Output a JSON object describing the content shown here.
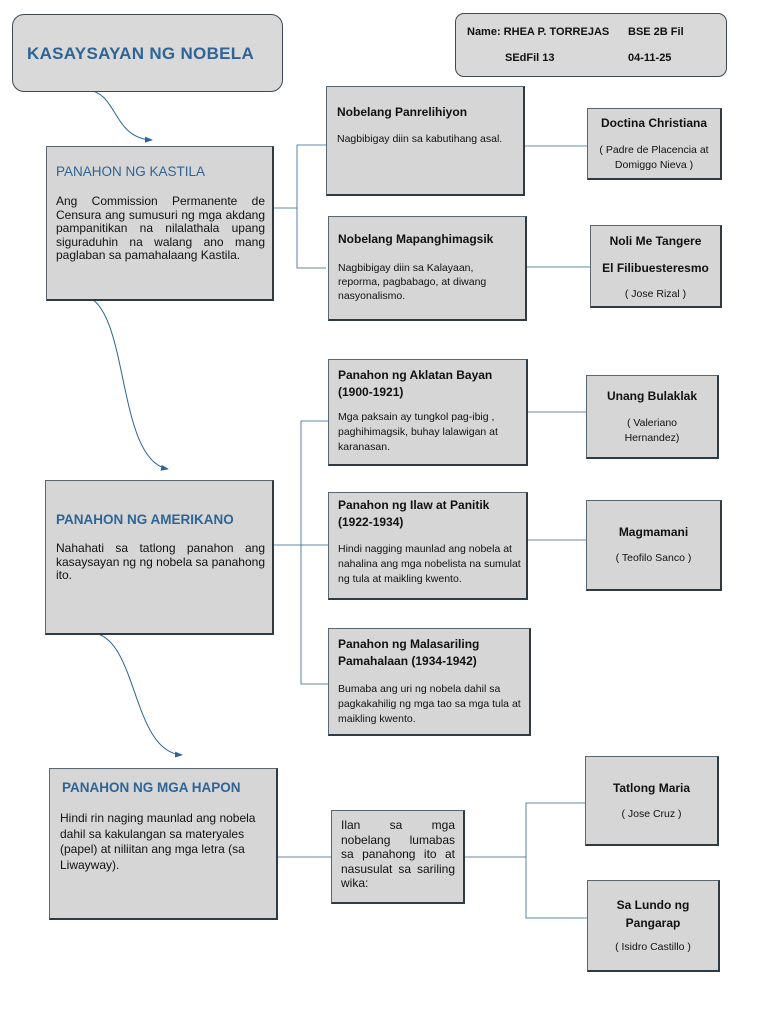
{
  "title": "KASAYSAYAN NG NOBELA",
  "student": {
    "name": "Name: RHEA P. TORREJAS",
    "section": "BSE 2B Fil",
    "course": "SEdFil 13",
    "date": "04-11-25"
  },
  "periods": {
    "kastila": {
      "heading": "PANAHON NG KASTILA",
      "text": "Ang Commission Permanente de Censura ang sumusuri ng mga akdang pampanitikan na nilalathala upang siguraduhin na walang ano mang paglaban sa pamahalaang Kastila."
    },
    "amerikano": {
      "heading": "PANAHON NG AMERIKANO",
      "text": "Nahahati sa tatlong panahon ang kasaysayan ng ng nobela sa panahong ito."
    },
    "hapon": {
      "heading": "PANAHON NG MGA HAPON",
      "text": "Hindi rin naging maunlad ang nobela dahil sa kakulangan sa materyales (papel) at niliitan ang mga letra (sa Liwayway)."
    }
  },
  "categories": {
    "panrelihiyon": {
      "title": "Nobelang Panrelihiyon",
      "desc": "Nagbibigay diin sa kabutihang asal."
    },
    "mapanghimagsik": {
      "title": "Nobelang Mapanghimagsik",
      "desc": "Nagbibigay diin sa Kalayaan, reporma, pagbabago, at diwang nasyonalismo."
    },
    "aklatan": {
      "title": "Panahon ng Aklatan Bayan (1900-1921)",
      "desc": "Mga paksain ay tungkol pag-ibig , paghihimagsik, buhay lalawigan at karanasan."
    },
    "ilaw": {
      "title": "Panahon ng Ilaw at Panitik (1922-1934)",
      "desc": "Hindi nagging maunlad ang nobela at nahalina ang mga nobelista na sumulat ng tula at maikling kwento."
    },
    "malasariling": {
      "title": "Panahon ng Malasariling Pamahalaan (1934-1942)",
      "desc": "Bumaba ang uri ng nobela dahil sa pagkakahilig ng mga tao sa mga tula at maikling kwento."
    },
    "hapon_note": {
      "desc": "Ilan sa mga nobelang lumabas sa panahong ito at nasusulat sa sariling wika:"
    }
  },
  "works": {
    "doctrina": {
      "title": "Doctina Christiana",
      "author": "( Padre de Placencia at Domiggo Nieva )"
    },
    "noli": {
      "title": "Noli Me Tangere",
      "title2": "El Filibuesteresmo",
      "author": "( Jose Rizal )"
    },
    "bulaklak": {
      "title": "Unang Bulaklak",
      "author": "( Valeriano Hernandez)"
    },
    "magmamani": {
      "title": "Magmamani",
      "author": "( Teofilo Sanco )"
    },
    "tatlong": {
      "title": "Tatlong Maria",
      "author": "( Jose Cruz )"
    },
    "lundo": {
      "title": "Sa Lundo ng Pangarap",
      "author": "( Isidro Castillo )"
    }
  },
  "colors": {
    "box_fill": "#d6d6d6",
    "heading_blue": "#2e6496",
    "connector": "#2e6496"
  }
}
